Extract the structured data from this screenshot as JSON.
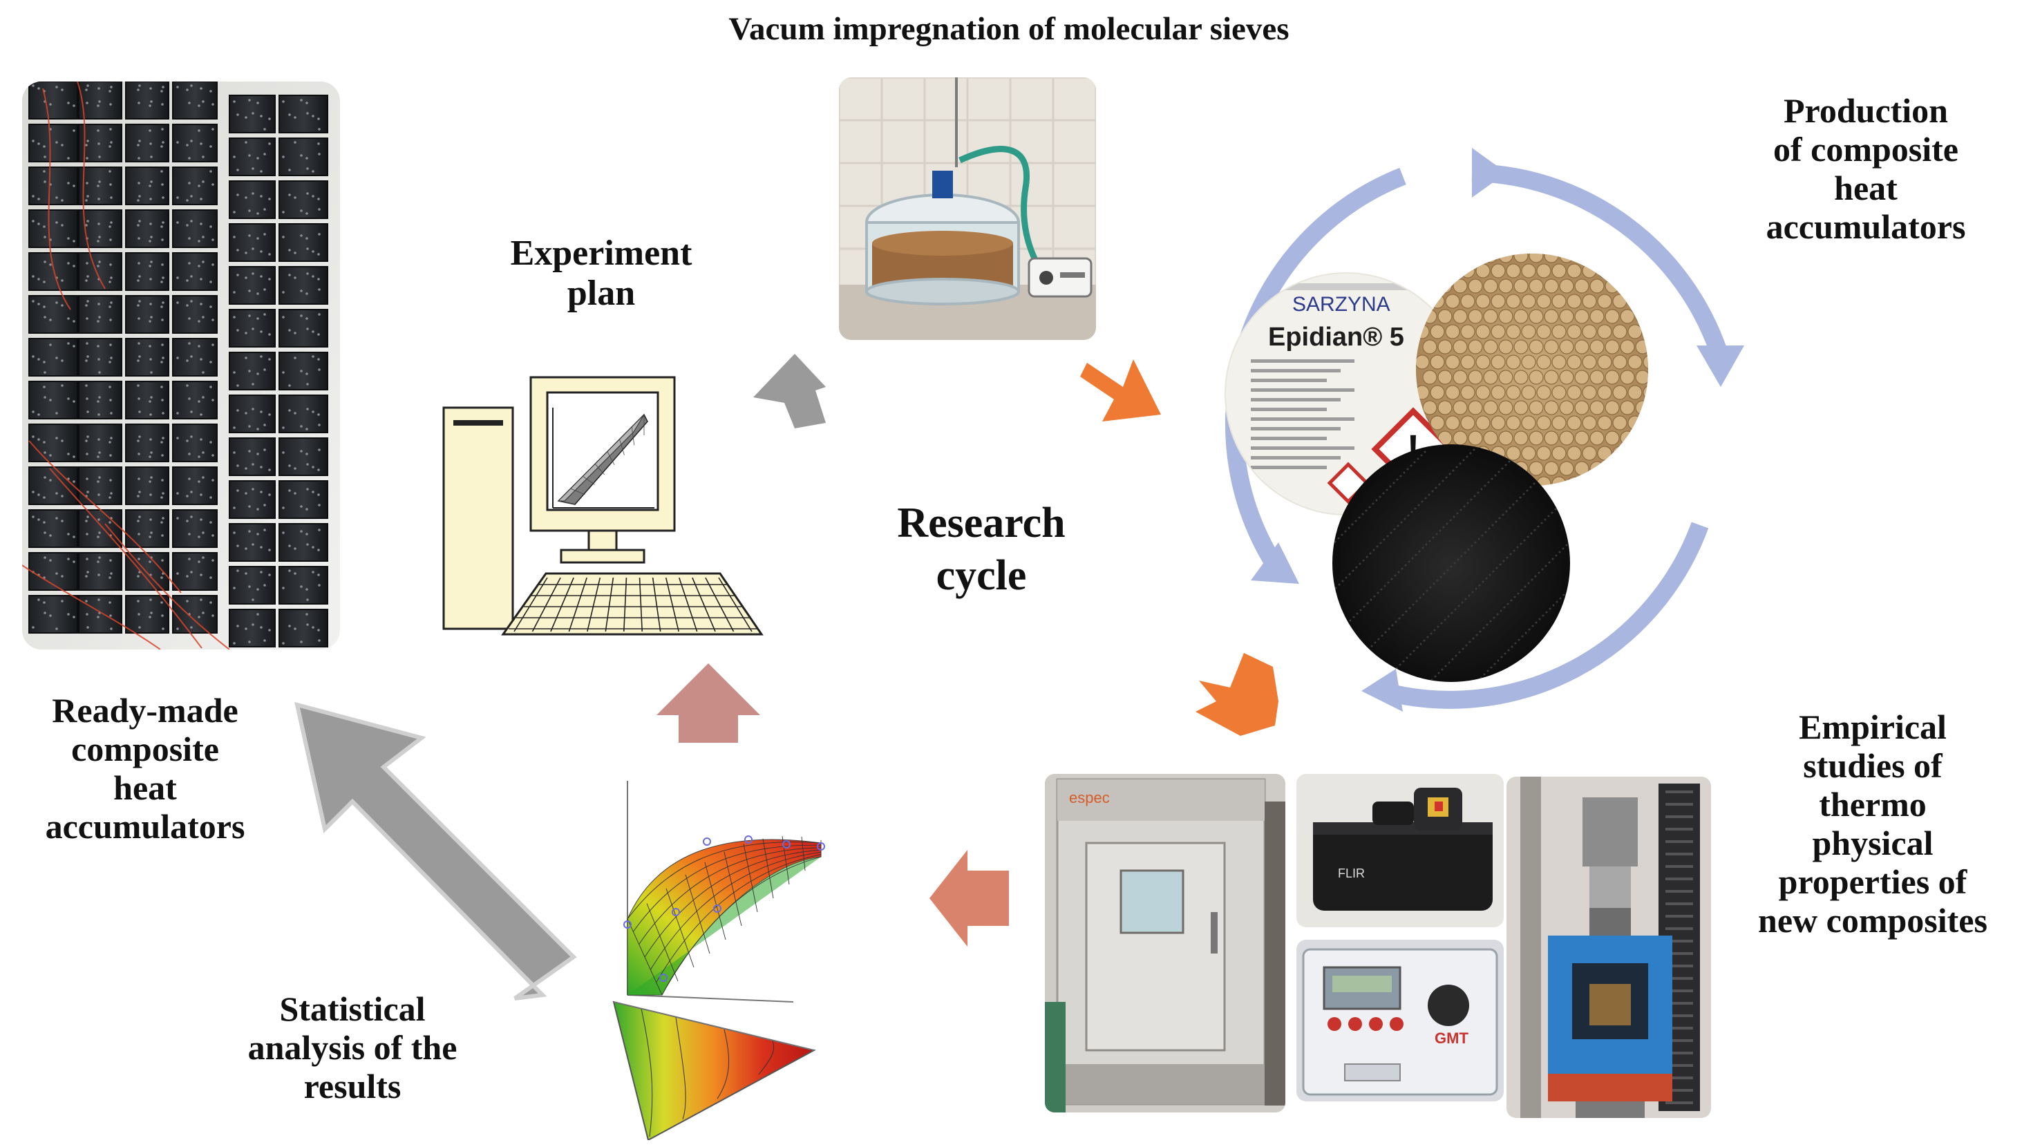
{
  "colors": {
    "cycle_ring": "#a9b6df",
    "arrow_gray": "#9a9a9a",
    "arrow_orange": "#ef7a33",
    "arrow_salmon": "#d9826c",
    "arrow_rose": "#c98d88",
    "text": "#111111"
  },
  "center_label": {
    "line1": "Research",
    "line2": "cycle"
  },
  "labels": {
    "vacuum": {
      "line1": "Vacum impregnation of molecular sieves"
    },
    "experiment_plan": {
      "line1": "Experiment",
      "line2": "plan"
    },
    "production": {
      "line1": "Production",
      "line2": "of composite",
      "line3": "heat",
      "line4": "accumulators"
    },
    "empirical": {
      "line1": "Empirical",
      "line2": "studies of",
      "line3": "thermo",
      "line4": "physical",
      "line5": "properties of",
      "line6": "new composites"
    },
    "statistical": {
      "line1": "Statistical",
      "line2": "analysis of the",
      "line3": "results"
    },
    "ready_made": {
      "line1": "Ready-made",
      "line2": "composite",
      "line3": "heat",
      "line4": "accumulators"
    }
  },
  "photo_text": {
    "sarzyna": "SARZYNA",
    "epidian": "Epidian® 5",
    "esp": "espec",
    "flir": "FLIR",
    "gmt": "GMT"
  }
}
